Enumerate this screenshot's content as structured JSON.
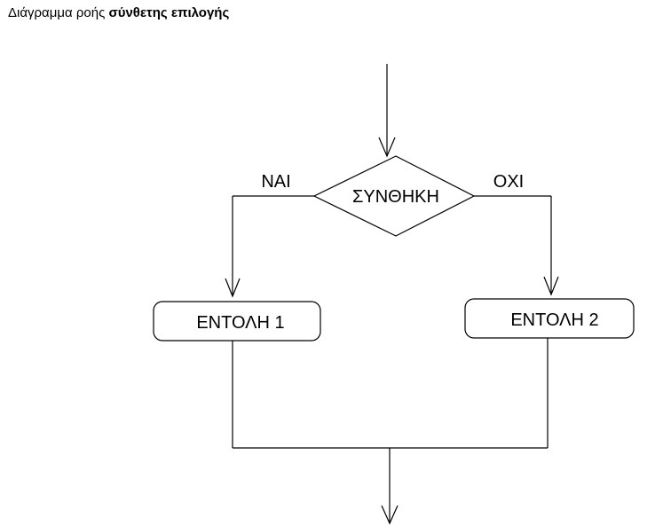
{
  "caption": {
    "prefix": "Διάγραμμα ροής ",
    "bold": "σύνθετης επιλογής"
  },
  "flowchart": {
    "condition": "ΣΥΝΘΗΚΗ",
    "yes_label": "ΝΑΙ",
    "no_label": "ΟΧΙ",
    "command_1": "ΕΝΤΟΛΗ 1",
    "command_2": "ΕΝΤΟΛΗ 2"
  }
}
